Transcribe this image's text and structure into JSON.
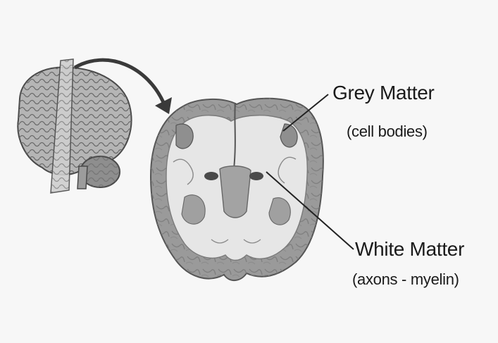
{
  "labels": {
    "grey_matter": {
      "title": "Grey Matter",
      "subtitle": "(cell bodies)"
    },
    "white_matter": {
      "title": "White Matter",
      "subtitle": "(axons - myelin)"
    }
  },
  "colors": {
    "background": "#f7f7f7",
    "grey_matter": "#9a9a9a",
    "white_matter": "#e6e6e6",
    "outline": "#555555",
    "text": "#1a1a1a"
  }
}
